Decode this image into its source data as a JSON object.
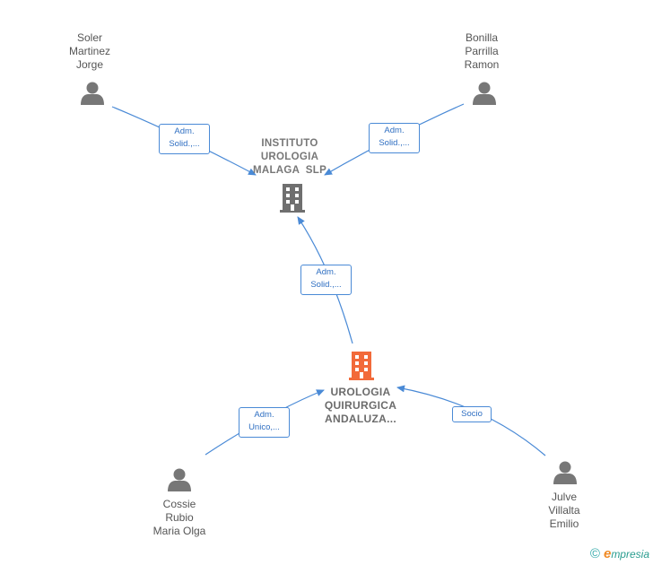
{
  "nodes": {
    "soler": {
      "lines": [
        "Soler",
        "Martinez",
        "Jorge"
      ]
    },
    "bonilla": {
      "lines": [
        "Bonilla",
        "Parrilla",
        "Ramon"
      ]
    },
    "instituto": {
      "lines": [
        "INSTITUTO",
        "UROLOGIA",
        "MALAGA  SLP"
      ]
    },
    "urologia": {
      "lines": [
        "UROLOGIA",
        "QUIRURGICA",
        "ANDALUZA..."
      ]
    },
    "cossie": {
      "lines": [
        "Cossie",
        "Rubio",
        "Maria Olga"
      ]
    },
    "julve": {
      "lines": [
        "Julve",
        "Villalta",
        "Emilio"
      ]
    }
  },
  "edges": {
    "soler_instituto": {
      "lines": [
        "Adm.",
        "Solid.,..."
      ]
    },
    "bonilla_instituto": {
      "lines": [
        "Adm.",
        "Solid.,..."
      ]
    },
    "urologia_instituto": {
      "lines": [
        "Adm.",
        "Solid.,..."
      ]
    },
    "cossie_urologia": {
      "lines": [
        "Adm.",
        "Unico,..."
      ]
    },
    "julve_urologia": {
      "lines": [
        "Socio"
      ]
    }
  },
  "colors": {
    "edge": "#4a8ad6",
    "person_icon": "#777777",
    "company_icon": "#6f6f6f",
    "main_company_icon": "#f26a3a"
  },
  "footer": {
    "copyright": "©",
    "brand_initial": "e",
    "brand_rest": "mpresia"
  }
}
